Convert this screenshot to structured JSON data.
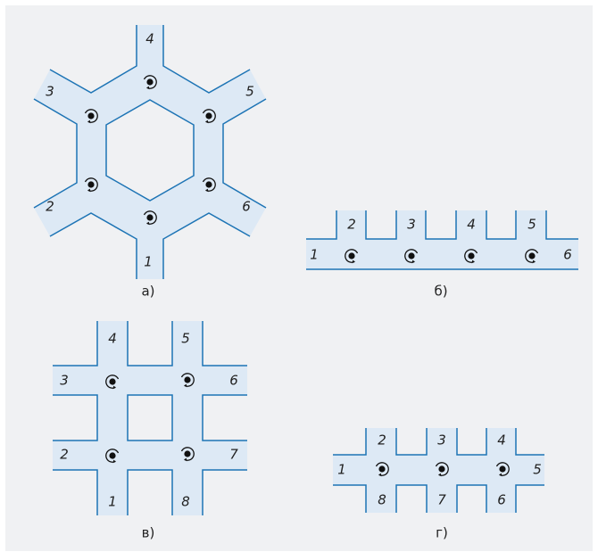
{
  "colors": {
    "panel": "#f0f1f3",
    "channel_fill": "#dde9f5",
    "channel_edge": "#1d74b5",
    "ink": "#111111"
  },
  "icons": [
    "rotation-cw-icon",
    "rotation-ccw-icon"
  ],
  "diagrams": {
    "a": {
      "caption": "а)",
      "ports": [
        "1",
        "2",
        "3",
        "4",
        "5",
        "6"
      ]
    },
    "b": {
      "caption": "б)",
      "ports": [
        "1",
        "2",
        "3",
        "4",
        "5",
        "6"
      ]
    },
    "v": {
      "caption": "в)",
      "ports": [
        "1",
        "2",
        "3",
        "4",
        "5",
        "6",
        "7",
        "8"
      ]
    },
    "g": {
      "caption": "г)",
      "ports": [
        "1",
        "2",
        "3",
        "4",
        "5",
        "6",
        "7",
        "8"
      ]
    }
  }
}
